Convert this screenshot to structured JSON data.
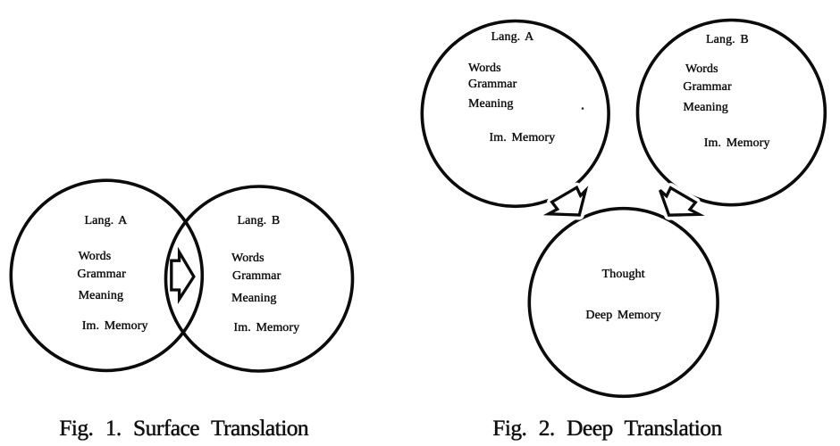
{
  "figure1": {
    "caption": "Fig. 1. Surface Translation",
    "circle_a": {
      "label": "Lang. A",
      "items": [
        "Words",
        "Grammar",
        "Meaning",
        "Im. Memory"
      ]
    },
    "circle_b": {
      "label": "Lang. B",
      "items": [
        "Words",
        "Grammar",
        "Meaning",
        "Im. Memory"
      ]
    },
    "arrow": "right-block-arrow"
  },
  "figure2": {
    "caption": "Fig. 2. Deep Translation",
    "circle_a": {
      "label": "Lang. A",
      "items": [
        "Words",
        "Grammar",
        "Meaning",
        "Im. Memory"
      ]
    },
    "circle_b": {
      "label": "Lang. B",
      "items": [
        "Words",
        "Grammar",
        "Meaning",
        "Im. Memory"
      ]
    },
    "circle_thought": {
      "items": [
        "Thought",
        "Deep Memory"
      ]
    },
    "arrows": [
      "down-left-block-arrow",
      "down-right-block-arrow"
    ]
  },
  "colors": {
    "ink": "#0e0e0e",
    "background": "#ffffff"
  }
}
